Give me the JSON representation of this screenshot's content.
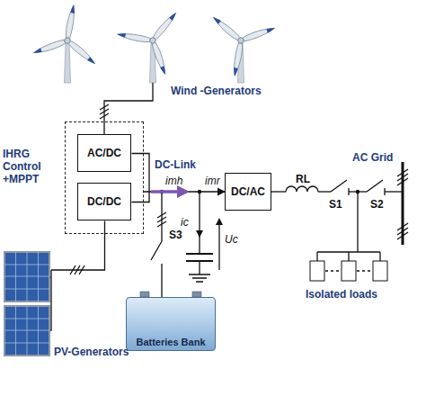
{
  "diagram": {
    "nodes": [
      {
        "text": [
          "IHRG Control +MPPT"
        ]
      },
      {
        "text": [
          "AC/DC"
        ],
        "in": 0
      },
      {
        "text": [
          "DC/DC"
        ],
        "in": 0
      },
      {
        "text": [
          "DC/AC"
        ]
      },
      {
        "text": [
          "Batteries Bank"
        ]
      }
    ],
    "edges": [
      {
        "from": 0,
        "to": 3,
        "arrow": "to"
      }
    ],
    "labels": [
      "Wind -Generators",
      "DC-Link",
      "imh",
      "imr",
      "ic",
      "Uc",
      "RL",
      "S1",
      "S2",
      "AC Grid",
      "Isolated loads",
      "S3",
      "PV-Generators"
    ]
  }
}
